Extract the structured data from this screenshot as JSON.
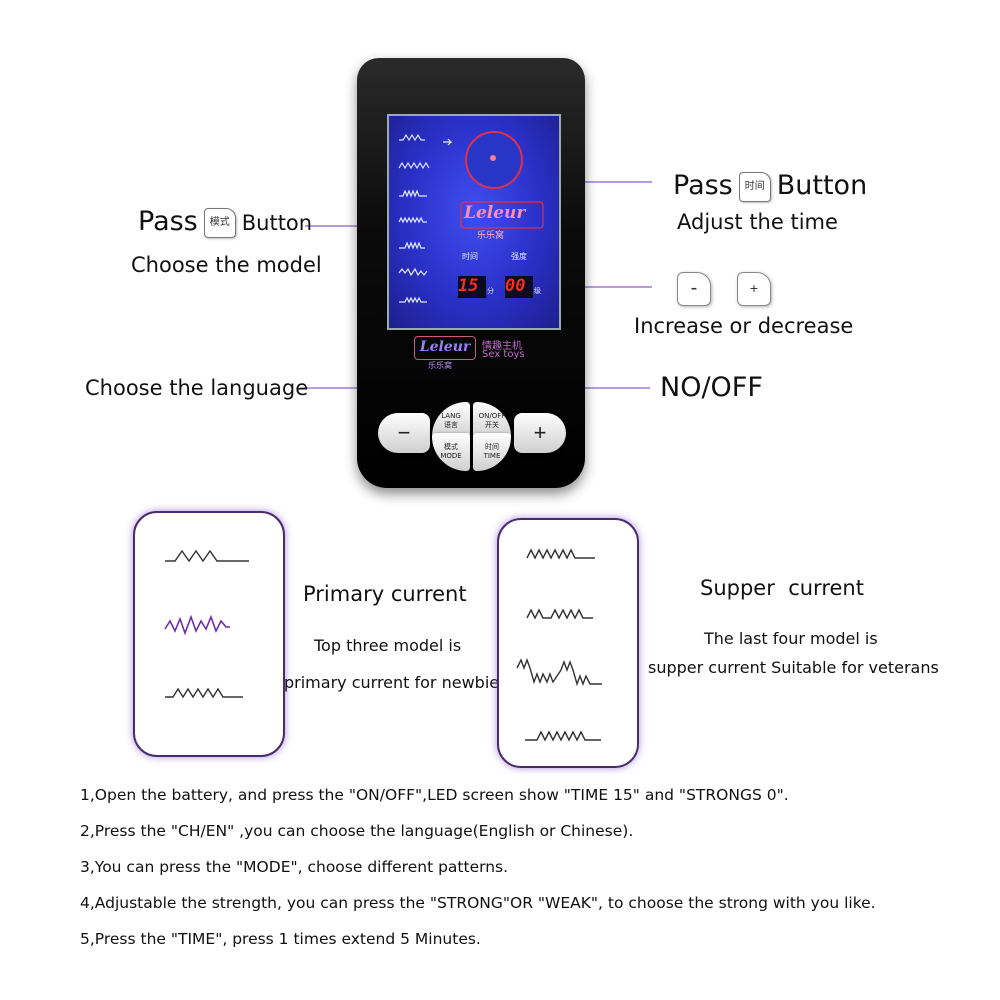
{
  "callouts": {
    "pass_mode": {
      "pass": "Pass",
      "key": "模式",
      "button": "Button",
      "desc": "Choose the model"
    },
    "pass_time": {
      "pass": "Pass",
      "key": "时间",
      "button": "Button",
      "desc": "Adjust the time"
    },
    "increase_decrease": {
      "minus": "-",
      "plus": "+",
      "desc": "Increase or decrease"
    },
    "language": "Choose the language",
    "onoff": "NO/OFF"
  },
  "device": {
    "screen": {
      "brand": "Leleur",
      "brand_cn": "乐乐窝",
      "time_label": "时间",
      "strength_label": "强度",
      "time_value": "15",
      "time_unit": "分",
      "strength_value": "00",
      "strength_unit": "级"
    },
    "logo_text": "Leleur",
    "logo_cn": "乐乐窝",
    "logo_title_cn": "情趣主机",
    "logo_title_en": "Sex toys",
    "buttons": {
      "minus": "−",
      "plus": "+",
      "lang": "LANG",
      "lang_cn": "语言",
      "onoff": "ON/OFF",
      "onoff_cn": "开关",
      "mode_cn": "模式",
      "mode": "MODE",
      "time_cn": "时间",
      "time": "TIME"
    }
  },
  "modes": {
    "primary": {
      "title": "Primary current",
      "line1": "Top three model is",
      "line2": "primary current for newbie"
    },
    "supper": {
      "title": "Supper  current",
      "line1": "The last four model is",
      "line2": "supper current Suitable for veterans"
    }
  },
  "instructions": [
    "1,Open the battery, and press the \"ON/OFF\",LED screen show \"TIME 15\" and \"STRONGS 0\".",
    "2,Press the \"CH/EN\" ,you can choose the language(English or Chinese).",
    "3,You can press the \"MODE\", choose different patterns.",
    "4,Adjustable the strength, you can press the \"STRONG\"OR \"WEAK\", to choose the strong with you like.",
    "5,Press the \"TIME\", press 1 times extend 5 Minutes."
  ],
  "colors": {
    "line": "#8e5fd0",
    "screen": "#2a30c7",
    "digits": "#ff2a1a",
    "accent": "#6a2fb0"
  }
}
